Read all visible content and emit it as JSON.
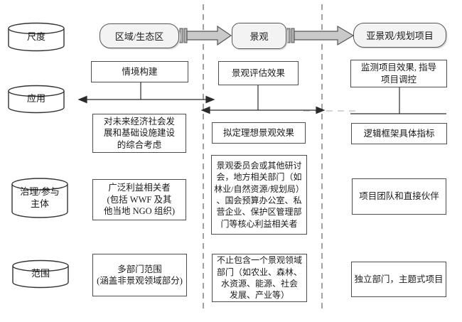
{
  "row_labels": {
    "scale": "尺度",
    "application": "应用",
    "governance": "治理/参与\n主体",
    "scope": "范围"
  },
  "scale_row": {
    "region": "区域/生态区",
    "landscape": "景观",
    "sublandscape": "亚景观/规划项目"
  },
  "application_row": {
    "col1_method": "情境构建",
    "col2_method": "景观评估效果",
    "col3_method": "监测项目效果, 指导\n项目调控",
    "col1_detail": "对未来经济社会发\n展和基础设施建设\n的综合考虑",
    "col2_detail": "拟定理想景观效果",
    "col3_detail": "逻辑框架具体指标"
  },
  "governance_row": {
    "col1": "广泛利益相关者\n(包括 WWF 及其\n他当地 NGO 组织)",
    "col2": "景观委员会或其他研讨\n会，地方相关部门（如\n林业/自然资源/规划局）\n、国会预算办公室、私\n营企业、保护区管理部\n门等核心利益相关者",
    "col3": "项目团队和直接伙伴"
  },
  "scope_row": {
    "col1": "多部门范围\n(涵盖非景观领域部分)",
    "col2": "不止包含一个景观领域\n部门（如农业、森林、\n水资源、能源、社会\n发展、产业等）",
    "col3": "独立部门，主题式项目"
  },
  "colors": {
    "node_fill": "#f3f3f3",
    "arrow_fill": "#c9c9c9",
    "line": "#2b2b2b",
    "divider": "#8a8a8a"
  }
}
